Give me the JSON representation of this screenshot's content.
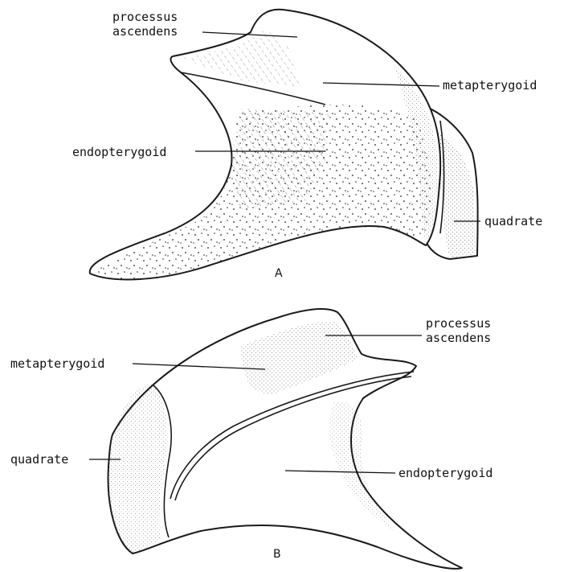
{
  "figure_a": {
    "plate_letter": "A",
    "labels": {
      "processus_line1": "processus",
      "processus_line2": "ascendens",
      "metapterygoid": "metapterygoid",
      "endopterygoid": "endopterygoid",
      "quadrate": "quadrate"
    }
  },
  "figure_b": {
    "plate_letter": "B",
    "labels": {
      "processus_line1": "processus",
      "processus_line2": "ascendens",
      "metapterygoid": "metapterygoid",
      "endopterygoid": "endopterygoid",
      "quadrate": "quadrate"
    }
  }
}
